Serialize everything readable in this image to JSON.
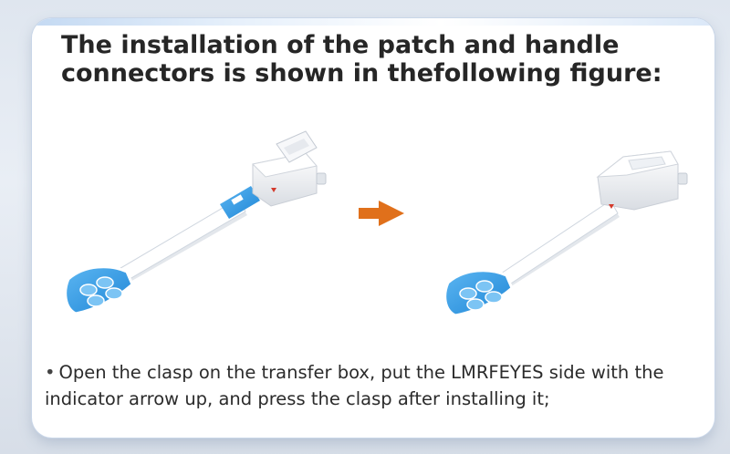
{
  "title": "The installation of the patch and handle connectors is shown in thefollowing figure:",
  "figure": {
    "left_item": "patch-before-installation",
    "arrow": "orange-right-arrow",
    "right_item": "patch-after-installation",
    "colors": {
      "accent_blue": "#2f9ae6",
      "arrow_orange": "#e0701b",
      "device_white": "#f2f4f7",
      "indicator_red": "#d33a2c"
    }
  },
  "caption": {
    "bullet": "•",
    "text": "Open the clasp on the transfer box, put the LMRFEYES side with the indicator arrow up, and press the clasp after installing it;"
  }
}
